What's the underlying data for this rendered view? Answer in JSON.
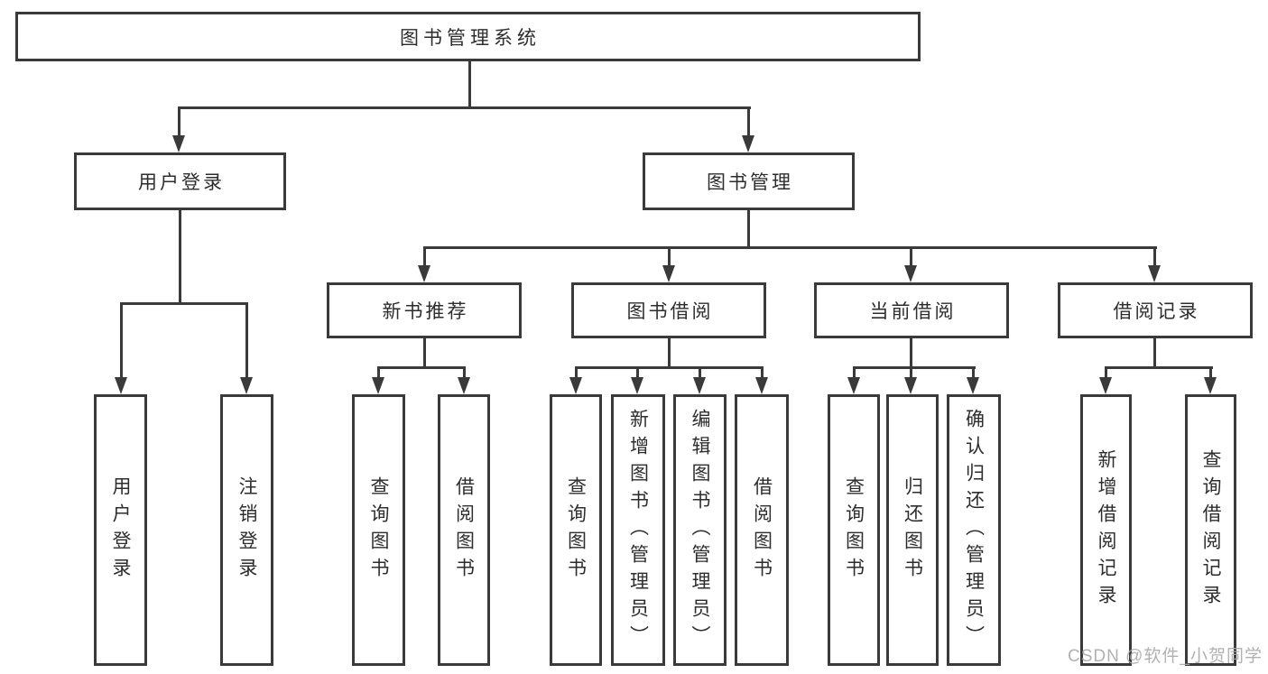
{
  "diagram": {
    "title": "图书管理系统",
    "level2": [
      {
        "label": "用户登录"
      },
      {
        "label": "图书管理"
      }
    ],
    "level3": [
      {
        "label": "新书推荐"
      },
      {
        "label": "图书借阅"
      },
      {
        "label": "当前借阅"
      },
      {
        "label": "借阅记录"
      }
    ],
    "leaves": [
      {
        "label": "用户登录",
        "parent": "用户登录"
      },
      {
        "label": "注销登录",
        "parent": "用户登录"
      },
      {
        "label": "查询图书",
        "parent": "新书推荐"
      },
      {
        "label": "借阅图书",
        "parent": "新书推荐"
      },
      {
        "label": "查询图书",
        "parent": "图书借阅"
      },
      {
        "label": "新增图书（管理员）",
        "parent": "图书借阅"
      },
      {
        "label": "编辑图书（管理员）",
        "parent": "图书借阅"
      },
      {
        "label": "借阅图书",
        "parent": "图书借阅"
      },
      {
        "label": "查询图书",
        "parent": "当前借阅"
      },
      {
        "label": "归还图书",
        "parent": "当前借阅"
      },
      {
        "label": "确认归还（管理员）",
        "parent": "当前借阅"
      },
      {
        "label": "新增借阅记录",
        "parent": "借阅记录"
      },
      {
        "label": "查询借阅记录",
        "parent": "借阅记录"
      }
    ],
    "watermark": "CSDN @软件_小贺同学",
    "colors": {
      "line": "#3a3a3a",
      "text": "#2d2d2d",
      "watermark": "#a9a9a9",
      "background": "#ffffff"
    }
  }
}
